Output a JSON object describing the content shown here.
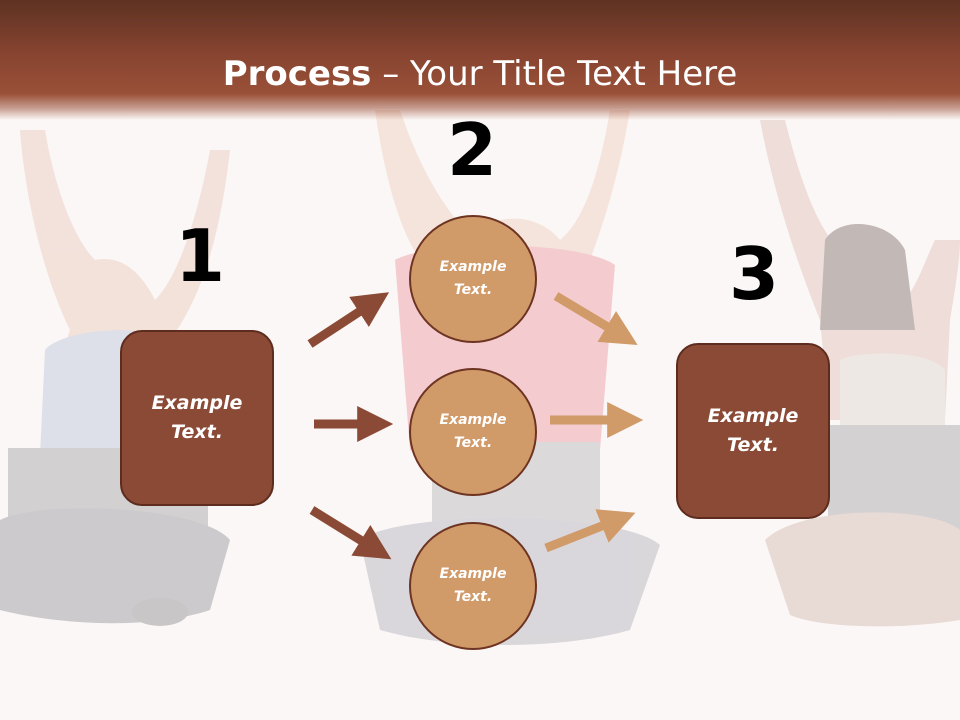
{
  "slide": {
    "title_bold": "Process",
    "title_rest": " – Your Title Text Here",
    "steps": [
      "1",
      "2",
      "3"
    ],
    "left_box": {
      "line1": "Example",
      "line2": "Text."
    },
    "right_box": {
      "line1": "Example",
      "line2": "Text."
    },
    "circles": [
      {
        "line1": "Example",
        "line2": "Text."
      },
      {
        "line1": "Example",
        "line2": "Text."
      },
      {
        "line1": "Example",
        "line2": "Text."
      }
    ]
  },
  "colors": {
    "title_bar": "#874430",
    "box_fill": "#8b4a36",
    "circle_fill": "#d19a69",
    "arrow_dark": "#8b4a36",
    "arrow_light": "#d19a69"
  }
}
